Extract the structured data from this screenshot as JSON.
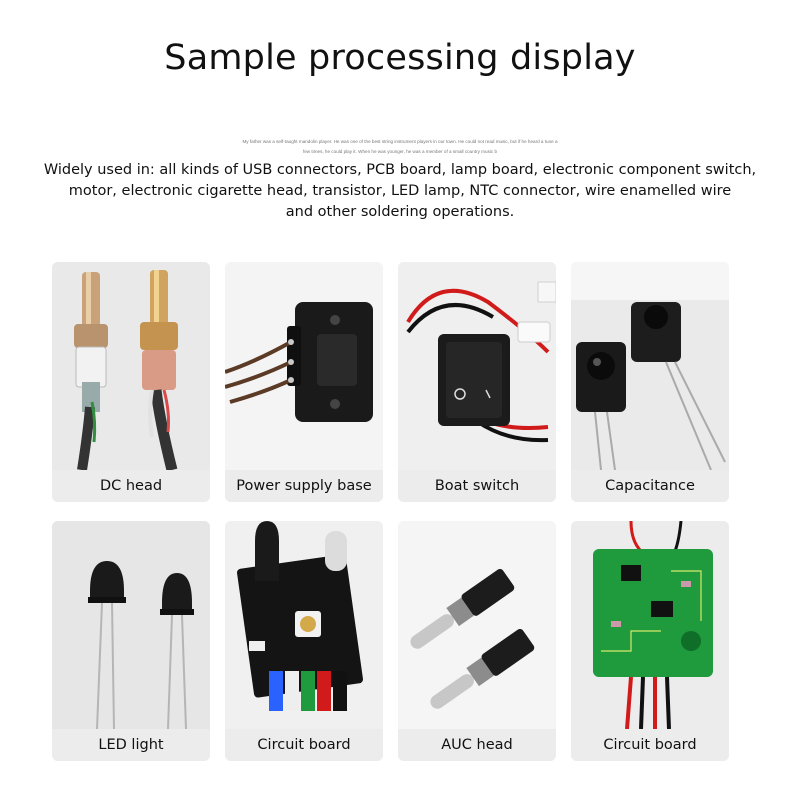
{
  "header": {
    "title": "Sample processing display",
    "fine_print": [
      "My father was a self-taught mandolin player. He was one of the best string instrument players in our town. He could not read music, but if he heard a tune a",
      "few times, he could play it. When he was younger, he was a member of a small country music b"
    ],
    "description": [
      "Widely used in: all kinds of USB connectors, PCB board, lamp board, electronic component switch,",
      "motor, electronic cigarette head, transistor, LED lamp, NTC connector, wire enamelled wire",
      "and other soldering operations."
    ]
  },
  "samples": [
    {
      "label": "DC head",
      "icon": "dc-head-photo"
    },
    {
      "label": "Power supply base",
      "icon": "power-supply-base-photo"
    },
    {
      "label": "Boat switch",
      "icon": "boat-switch-photo"
    },
    {
      "label": "Capacitance",
      "icon": "capacitance-photo"
    },
    {
      "label": "LED light",
      "icon": "led-light-photo"
    },
    {
      "label": "Circuit board",
      "icon": "circuit-board-photo"
    },
    {
      "label": "AUC head",
      "icon": "auc-head-photo"
    },
    {
      "label": "Circuit board",
      "icon": "green-circuit-board-photo"
    }
  ],
  "colors": {
    "card_bg": "#eeeeee",
    "label_bar": "#ececec",
    "pcb_green": "#1f9b3e",
    "wire_red": "#d11a1a"
  }
}
